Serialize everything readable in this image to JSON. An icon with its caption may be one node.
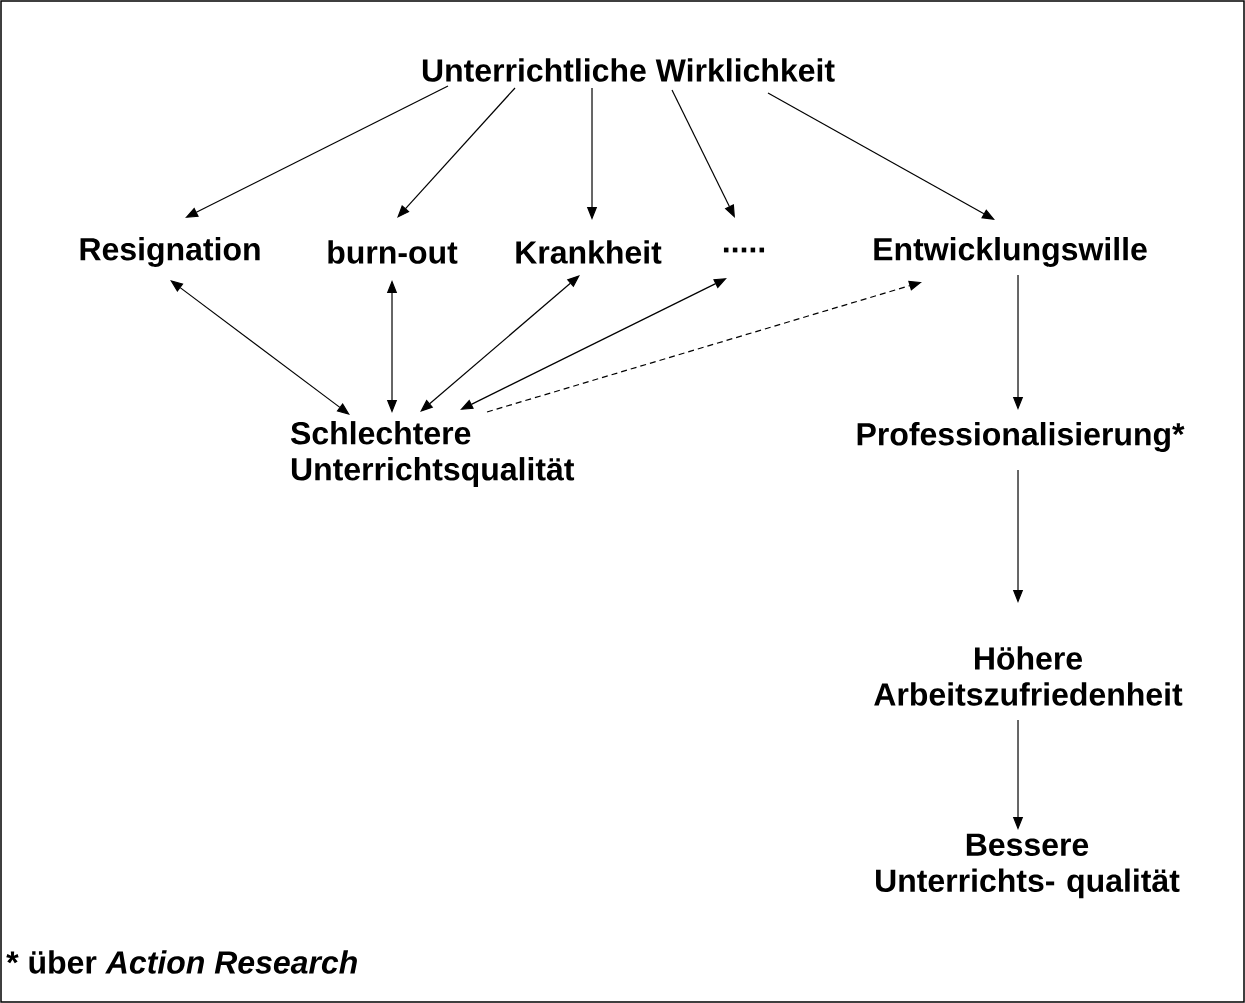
{
  "diagram": {
    "nodes": [
      {
        "text": [
          "Unterrichtliche Wirklichkeit"
        ]
      },
      {
        "text": [
          "Resignation"
        ]
      },
      {
        "text": [
          "burn-out"
        ]
      },
      {
        "text": [
          "Krankheit"
        ]
      },
      {
        "text": [
          "....."
        ]
      },
      {
        "text": [
          "Entwicklungswille"
        ]
      },
      {
        "text": [
          "Schlechtere Unterrichtsqualität"
        ]
      },
      {
        "text": [
          "Professionalisierung*"
        ]
      },
      {
        "text": [
          "Höhere Arbeitszufriedenheit"
        ]
      },
      {
        "text": [
          "Bessere Unterrichts- qualität"
        ]
      }
    ],
    "edges": [
      {
        "from": 0,
        "to": 1,
        "arrow": "to"
      },
      {
        "from": 0,
        "to": 2,
        "arrow": "to"
      },
      {
        "from": 0,
        "to": 3,
        "arrow": "to"
      },
      {
        "from": 0,
        "to": 4,
        "arrow": "to"
      },
      {
        "from": 0,
        "to": 5,
        "arrow": "to"
      },
      {
        "from": 1,
        "to": 6,
        "arrow": "both"
      },
      {
        "from": 2,
        "to": 6,
        "arrow": "both"
      },
      {
        "from": 3,
        "to": 6,
        "arrow": "both"
      },
      {
        "from": 4,
        "to": 6,
        "arrow": "both"
      },
      {
        "from": 6,
        "to": 5,
        "arrow": "to",
        "style": "dashed"
      },
      {
        "from": 5,
        "to": 7,
        "arrow": "to"
      },
      {
        "from": 7,
        "to": 8,
        "arrow": "to"
      },
      {
        "from": 8,
        "to": 9,
        "arrow": "to"
      }
    ],
    "labels": [
      "* über *Action Research*"
    ]
  }
}
